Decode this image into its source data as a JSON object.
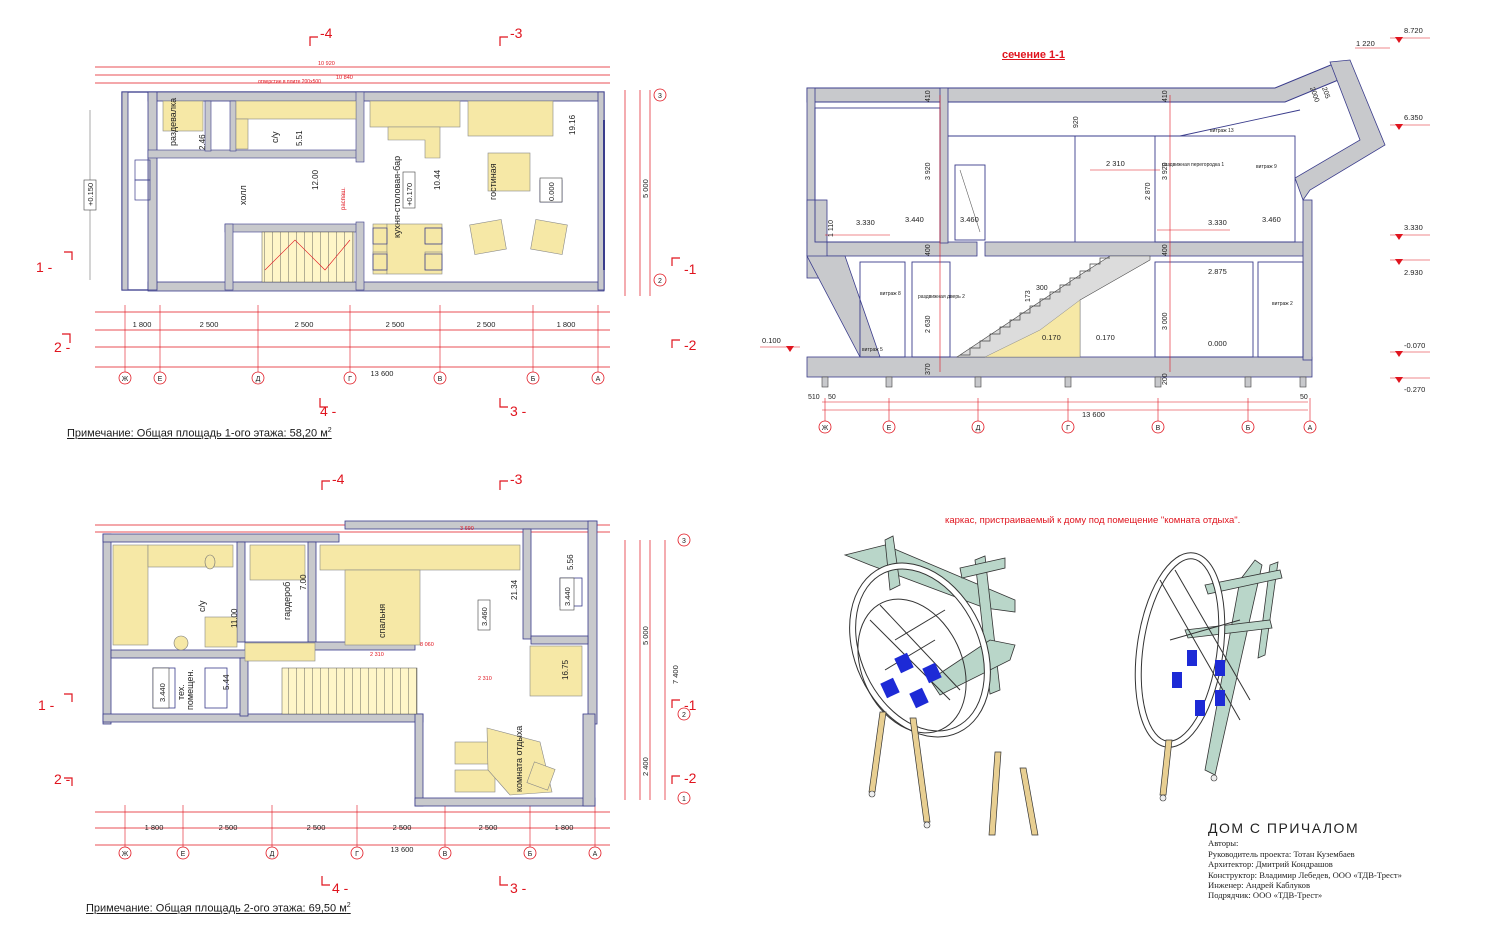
{
  "plan1": {
    "note": "Примечание: Общая площадь 1-ого этажа: 58,20 м",
    "note_sup": "2",
    "rooms": {
      "dressing": "раздевалка",
      "wc": "с/у",
      "hall": "холл",
      "kitchen": "кухня-столовая-бар",
      "living": "гостиная"
    },
    "areas": {
      "dressing": "2.46",
      "wc": "5.51",
      "hall": "12.00",
      "kitchen": "10.44",
      "living": "19.16"
    },
    "levels": {
      "left": "+0.150",
      "kitchen": "+0.170",
      "living": "0.000"
    },
    "labels": {
      "hole": "отверстие в плите 200х500",
      "raspash": "распаш."
    },
    "top_dims": [
      "10 920",
      "10 840"
    ]
  },
  "plan2": {
    "note": "Примечание: Общая площадь 2-ого этажа: 69,50 м",
    "note_sup": "2",
    "rooms": {
      "wc": "с/у",
      "wardrobe": "гардероб",
      "tech1": "тех.",
      "tech2": "помещен.",
      "bedroom": "спальня",
      "rest": "комната отдыха"
    },
    "areas": {
      "wc": "11.00",
      "wardrobe": "7.00",
      "tech": "5.44",
      "bedroom": "21.34",
      "balcony": "5.56",
      "rest": "16.75"
    },
    "levels": {
      "tech": "3.440",
      "bedroom": "3.460",
      "balcony": "3.440"
    },
    "dims_right": [
      "5 000",
      "7 400",
      "2 400"
    ],
    "top_dim": "3 690",
    "inner_dims": [
      "8 060",
      "2 310",
      "2 310"
    ]
  },
  "common": {
    "axis_letters": [
      "Ж",
      "Е",
      "Д",
      "Г",
      "В",
      "Б",
      "А"
    ],
    "axis_numbers_1": [
      "3",
      "2",
      "1"
    ],
    "spans": [
      "1 800",
      "2 500",
      "2 500",
      "2 500",
      "2 500",
      "1 800"
    ],
    "total": "13 600",
    "height_5000": "5 000",
    "cut_labels": {
      "c1": "1 -",
      "c1r": "-1",
      "c2": "2 -",
      "c2r": "-2",
      "c3": "-3",
      "c4": "-4",
      "c3b": "3 -",
      "c4b": "4 -"
    }
  },
  "section": {
    "title": "сечение 1-1",
    "marks_right": [
      "8.720",
      "6.350",
      "3.330",
      "2.930",
      "-0.070",
      "-0.270"
    ],
    "marks_inside": {
      "lvl_a": "3.330",
      "lvl_b": "3.440",
      "lvl_c": "3.460",
      "lvl_d": "3.330",
      "lvl_e": "3.460",
      "lvl_f": "0.170",
      "lvl_g": "0.170",
      "lvl_h": "0.000",
      "lvl_i": "0.100",
      "lvl_j": "2.875"
    },
    "dims": {
      "d1220": "1 220",
      "d2310": "2 310",
      "d3920a": "3 920",
      "d3920b": "3 920",
      "d2870": "2 870",
      "d3000": "3 000",
      "d2630": "2 630",
      "d1110": "1 110",
      "d920": "920",
      "d410a": "410",
      "d410b": "410",
      "d400a": "400",
      "d400b": "400",
      "d370": "370",
      "d200": "200",
      "d300": "300",
      "d173": "173",
      "d510": "510",
      "d50a": "50",
      "d50b": "50",
      "d2000": "2000",
      "d205": "205"
    },
    "total": "13 600",
    "tags": {
      "v13": "витраж 13",
      "v9": "витраж 9",
      "v8": "витраж 8",
      "v5": "витраж 5",
      "v2": "витраж 2",
      "partition": "раздвижная перегородка 1",
      "door": "раздвижная дверь 2"
    }
  },
  "frame": {
    "caption": "каркас, пристраиваемый к дому под помещение \"комната отдыха\"."
  },
  "title_block": {
    "project": "ДОМ С ПРИЧАЛОМ",
    "lines": [
      "Авторы:",
      "Руководитель проекта: Тотан Кузембаев",
      "Архитектор: Дмитрий Кондрашов",
      "Конструктор: Владимир Лебедев, ООО «ТДВ-Трест»",
      "Инженер: Андрей Каблуков",
      "Подрядчик: ООО «ТДВ-Трест»"
    ]
  },
  "colors": {
    "wall": "#c8c9cc",
    "wall_edge": "#3a3c8c",
    "furniture": "#f6e8a6",
    "dim_red": "#e0141e",
    "frame_green": "#b9d6c9",
    "frame_blue": "#1d2ad6",
    "frame_wood": "#e8cf92"
  }
}
